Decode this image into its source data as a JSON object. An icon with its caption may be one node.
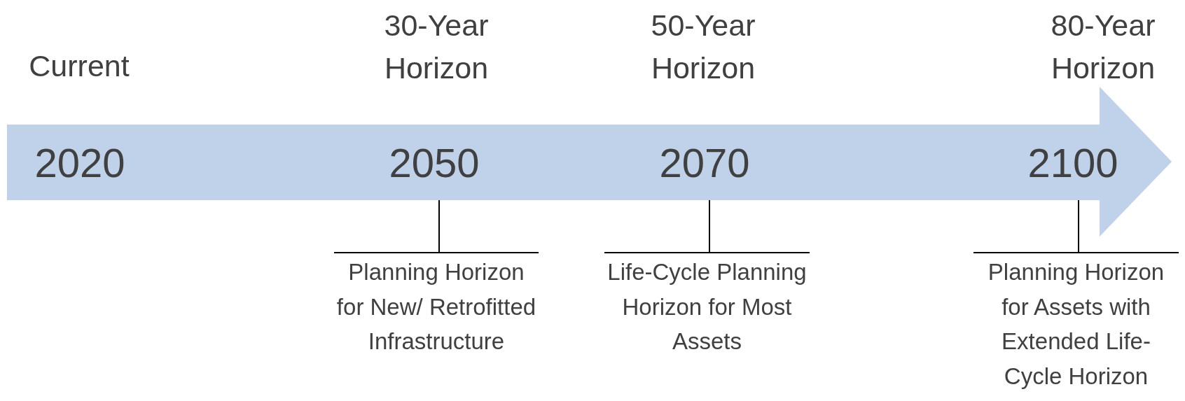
{
  "diagram": {
    "nodes": [
      {
        "text": [
          "2020",
          "2050",
          "2070",
          "2100"
        ]
      },
      {
        "text": [
          "Planning Horizon for New/ Retrofitted Infrastructure"
        ]
      },
      {
        "text": [
          "Life-Cycle Planning Horizon for Most Assets"
        ]
      },
      {
        "text": [
          "Planning Horizon for Assets with Extended Life-Cycle Horizon"
        ]
      }
    ],
    "edges": [
      {
        "from": 1,
        "to": 0,
        "arrow": "none"
      },
      {
        "from": 2,
        "to": 0,
        "arrow": "none"
      },
      {
        "from": 3,
        "to": 0,
        "arrow": "none"
      }
    ],
    "labels": [
      "Current",
      "30-Year Horizon",
      "50-Year Horizon",
      "80-Year Horizon"
    ]
  }
}
